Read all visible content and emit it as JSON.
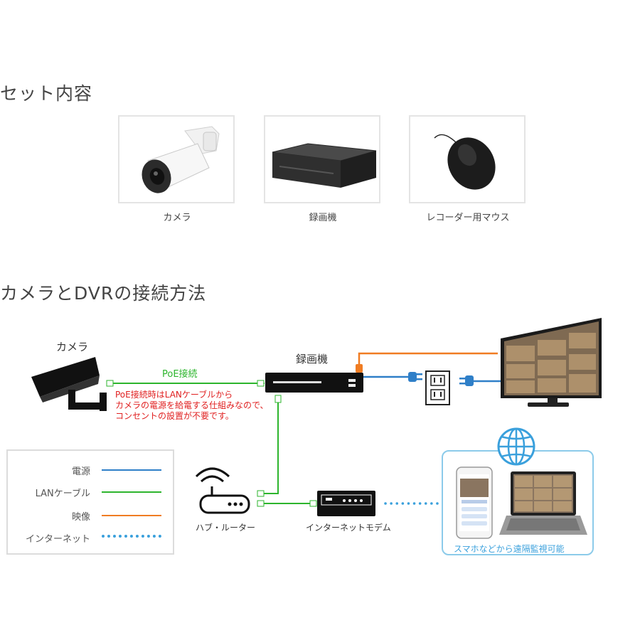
{
  "set": {
    "heading": "セット内容",
    "items": [
      {
        "caption": "カメラ"
      },
      {
        "caption": "録画機"
      },
      {
        "caption": "レコーダー用マウス"
      }
    ]
  },
  "connection": {
    "heading": "カメラとDVRの接続方法",
    "camera_label": "カメラ",
    "recorder_label": "録画機",
    "poe_label": "PoE接続",
    "note_lines": [
      "PoE接続時はLANケーブルから",
      "カメラの電源を給電する仕組みなので、",
      "コンセントの設置が不要です。"
    ],
    "router_label": "ハブ・ルーター",
    "modem_label": "インターネットモデム",
    "remote_label": "スマホなどから遠隔監視可能"
  },
  "legend": {
    "items": [
      {
        "label": "電源",
        "color": "#2f7fc8",
        "style": "solid"
      },
      {
        "label": "LANケーブル",
        "color": "#2db52d",
        "style": "solid"
      },
      {
        "label": "映像",
        "color": "#f07c22",
        "style": "solid"
      },
      {
        "label": "インターネット",
        "color": "#3aa0dc",
        "style": "dotted"
      }
    ]
  },
  "colors": {
    "power": "#2f7fc8",
    "lan": "#2db52d",
    "video": "#f07c22",
    "internet": "#3aa0dc",
    "note": "#e02020"
  }
}
